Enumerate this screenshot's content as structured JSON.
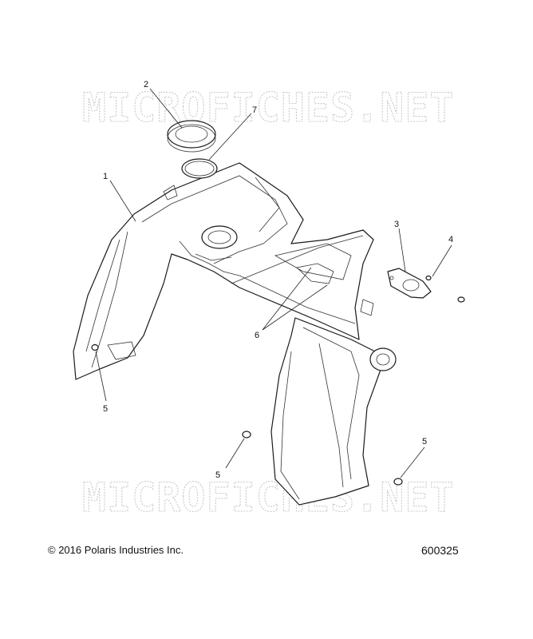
{
  "watermark": {
    "text": "MICROFICHES.NET"
  },
  "callouts": [
    "2",
    "7",
    "1",
    "3",
    "4",
    "6",
    "5",
    "5",
    "5"
  ],
  "footer": {
    "copyright": "© 2016 Polaris Industries Inc.",
    "diagram_id": "600325"
  }
}
